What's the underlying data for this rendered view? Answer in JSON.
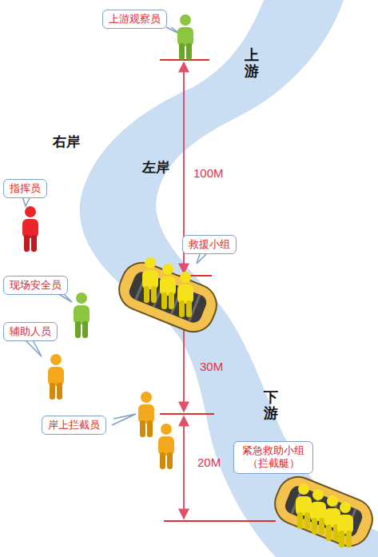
{
  "diagram": {
    "nodes": [
      {
        "text": [
          "上游观察员"
        ]
      },
      {
        "text": [
          "指挥员"
        ]
      },
      {
        "text": [
          "救援小组"
        ]
      },
      {
        "text": [
          "现场安全员"
        ]
      },
      {
        "text": [
          "辅助人员"
        ]
      },
      {
        "text": [
          "岸上拦截员"
        ]
      },
      {
        "text": [
          "紧急救助小组 （拦截艇）"
        ]
      }
    ],
    "labels": [
      "上游",
      "右岸",
      "左岸",
      "100M",
      "30M",
      "下游",
      "20M"
    ]
  }
}
